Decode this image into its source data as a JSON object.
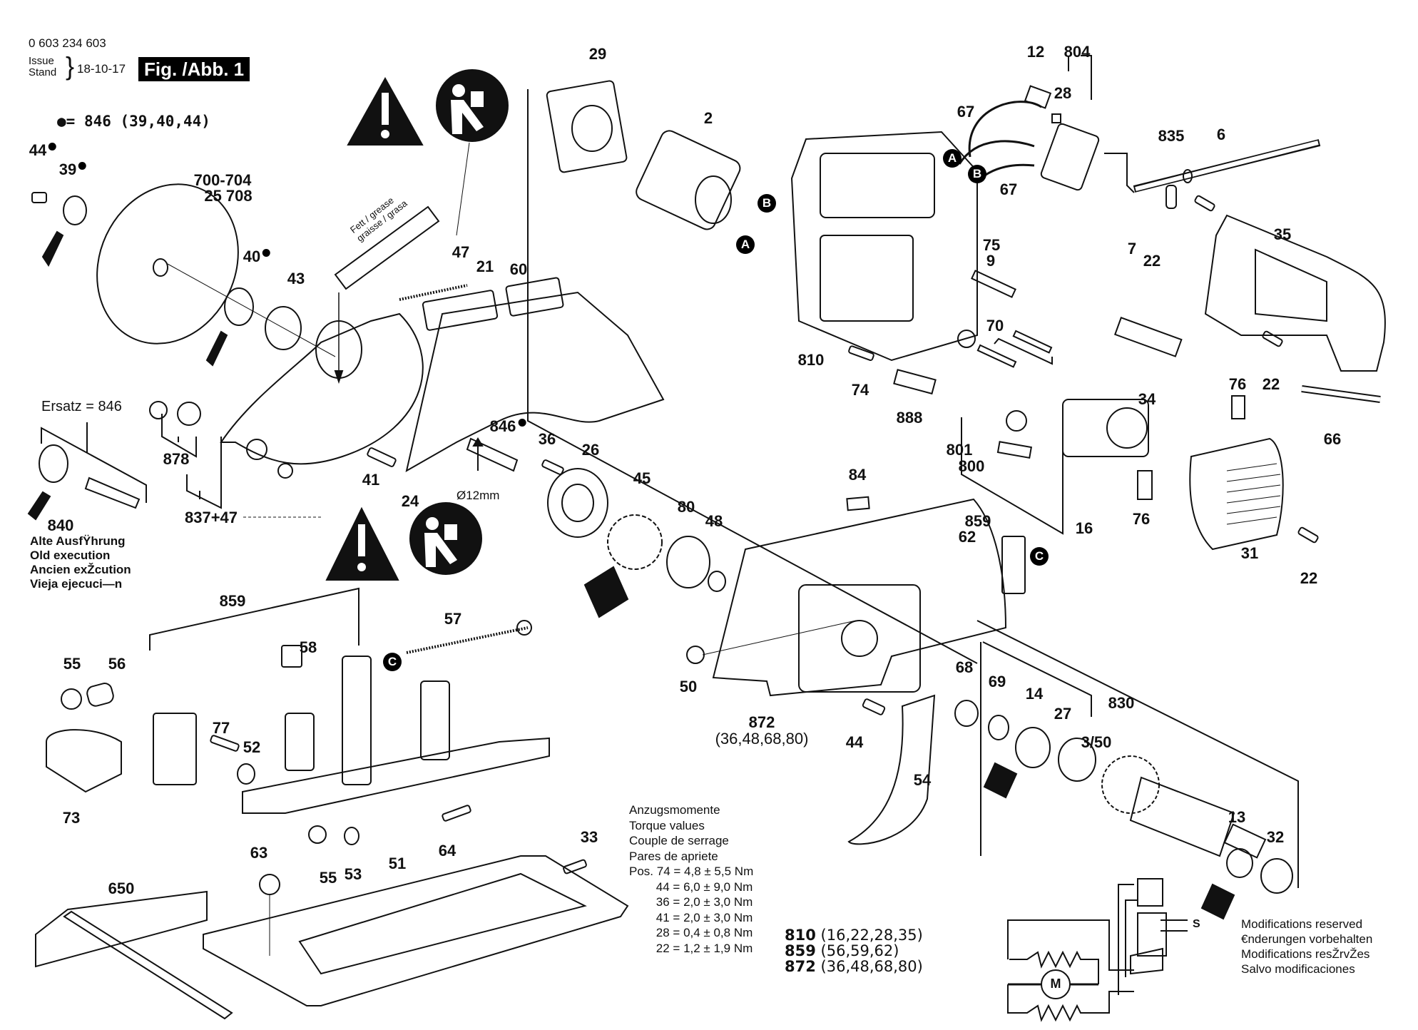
{
  "document": {
    "part_number": "0 603 234 603",
    "issue_label": "Issue\nStand",
    "issue_date": "18-10-17",
    "figure_label": "Fig. /Abb. 1",
    "legend_note": "= 846 (39,40,44)",
    "ersatz_label": "Ersatz = 846",
    "old_execution_text": "Alte AusfŸhrung\nOld execution\nAncien exŽcution\nVieja ejecuci—n",
    "grease_tube_text": "Fett / grease\ngraisse / grasa",
    "diameter_note": "Ø12mm",
    "torque": {
      "heading": "Anzugsmomente\nTorque values\nCouple de serrage\nPares de apriete",
      "rows": [
        "Pos. 74 = 4,8 ± 5,5 Nm",
        "        44 = 6,0 ± 9,0 Nm",
        "        36 = 2,0 ± 3,0 Nm",
        "        41 = 2,0 ± 3,0 Nm",
        "        28 = 0,4 ± 0,8 Nm",
        "        22 = 1,2 ± 1,9 Nm"
      ]
    },
    "assemblies": [
      {
        "id": "810",
        "parts": "(16,22,28,35)"
      },
      {
        "id": "859",
        "parts": "(56,59,62)"
      },
      {
        "id": "872",
        "parts": "(36,48,68,80)"
      }
    ],
    "modifications_text": "Modifications reserved\n€nderungen vorbehalten\nModifications resŽrvŽes\nSalvo modificaciones",
    "connector_markers": [
      "A",
      "B",
      "C"
    ],
    "schematic": {
      "motor_symbol": "M",
      "switch_label": "S"
    }
  },
  "part_labels": [
    {
      "id": "p44a",
      "text": "44",
      "dot": true
    },
    {
      "id": "p39",
      "text": "39",
      "dot": true
    },
    {
      "id": "p700",
      "text": "700-704"
    },
    {
      "id": "p25",
      "text": "25   708"
    },
    {
      "id": "p40",
      "text": "40",
      "dot": true
    },
    {
      "id": "p43",
      "text": "43"
    },
    {
      "id": "p47",
      "text": "47"
    },
    {
      "id": "p21",
      "text": "21"
    },
    {
      "id": "p60",
      "text": "60"
    },
    {
      "id": "p29",
      "text": "29"
    },
    {
      "id": "p2",
      "text": "2"
    },
    {
      "id": "p12",
      "text": "12"
    },
    {
      "id": "p804",
      "text": "804"
    },
    {
      "id": "p28",
      "text": "28"
    },
    {
      "id": "p67a",
      "text": "67"
    },
    {
      "id": "p67b",
      "text": "67"
    },
    {
      "id": "p835",
      "text": "835"
    },
    {
      "id": "p6",
      "text": "6"
    },
    {
      "id": "p7",
      "text": "7"
    },
    {
      "id": "p22a",
      "text": "22"
    },
    {
      "id": "p35",
      "text": "35"
    },
    {
      "id": "p75",
      "text": "75"
    },
    {
      "id": "p9",
      "text": "9"
    },
    {
      "id": "p70",
      "text": "70"
    },
    {
      "id": "p810",
      "text": "810"
    },
    {
      "id": "p74",
      "text": "74"
    },
    {
      "id": "p888",
      "text": "888"
    },
    {
      "id": "p34",
      "text": "34"
    },
    {
      "id": "p76a",
      "text": "76"
    },
    {
      "id": "p22b",
      "text": "22"
    },
    {
      "id": "p66",
      "text": "66"
    },
    {
      "id": "p801",
      "text": "801"
    },
    {
      "id": "p800",
      "text": "800"
    },
    {
      "id": "p16",
      "text": "16"
    },
    {
      "id": "p76b",
      "text": "76"
    },
    {
      "id": "p31",
      "text": "31"
    },
    {
      "id": "p22c",
      "text": "22"
    },
    {
      "id": "p878",
      "text": "878"
    },
    {
      "id": "p837",
      "text": "837+47"
    },
    {
      "id": "p840",
      "text": "840"
    },
    {
      "id": "p41",
      "text": "41"
    },
    {
      "id": "p24",
      "text": "24"
    },
    {
      "id": "p846",
      "text": "846",
      "dot": true
    },
    {
      "id": "p36",
      "text": "36"
    },
    {
      "id": "p26",
      "text": "26"
    },
    {
      "id": "p45",
      "text": "45"
    },
    {
      "id": "p80",
      "text": "80"
    },
    {
      "id": "p48",
      "text": "48"
    },
    {
      "id": "p84",
      "text": "84"
    },
    {
      "id": "p859a",
      "text": "859"
    },
    {
      "id": "p62",
      "text": "62"
    },
    {
      "id": "p50",
      "text": "50"
    },
    {
      "id": "p872",
      "text": "872"
    },
    {
      "id": "p872sub",
      "text": "(36,48,68,80)"
    },
    {
      "id": "p44b",
      "text": "44"
    },
    {
      "id": "p54",
      "text": "54"
    },
    {
      "id": "p68",
      "text": "68"
    },
    {
      "id": "p69",
      "text": "69"
    },
    {
      "id": "p14",
      "text": "14"
    },
    {
      "id": "p27",
      "text": "27"
    },
    {
      "id": "p830",
      "text": "830"
    },
    {
      "id": "p350",
      "text": "3/50"
    },
    {
      "id": "p13",
      "text": "13"
    },
    {
      "id": "p32",
      "text": "32"
    },
    {
      "id": "p859b",
      "text": "859"
    },
    {
      "id": "p57",
      "text": "57"
    },
    {
      "id": "p55a",
      "text": "55"
    },
    {
      "id": "p56",
      "text": "56"
    },
    {
      "id": "p58",
      "text": "58"
    },
    {
      "id": "p77",
      "text": "77"
    },
    {
      "id": "p52",
      "text": "52"
    },
    {
      "id": "p73",
      "text": "73"
    },
    {
      "id": "p64",
      "text": "64"
    },
    {
      "id": "p63",
      "text": "63"
    },
    {
      "id": "p55b",
      "text": "55"
    },
    {
      "id": "p53",
      "text": "53"
    },
    {
      "id": "p51",
      "text": "51"
    },
    {
      "id": "p33",
      "text": "33"
    },
    {
      "id": "p650",
      "text": "650"
    }
  ]
}
